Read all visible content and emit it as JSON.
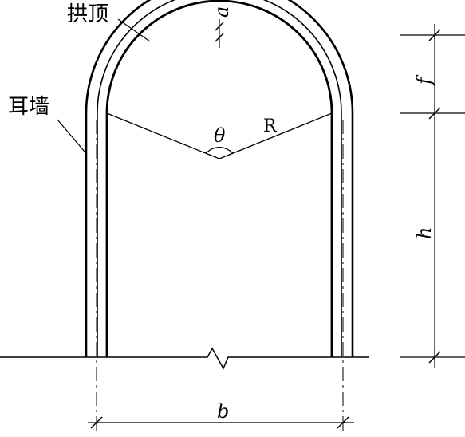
{
  "labels": {
    "arch_crown": "拱顶",
    "side_wall": "耳墙",
    "thickness": "a",
    "rise": "f",
    "wall_height": "h",
    "span": "b",
    "central_angle": "θ",
    "radius": "R"
  },
  "colors": {
    "line": "#000000",
    "background": "#ffffff"
  }
}
